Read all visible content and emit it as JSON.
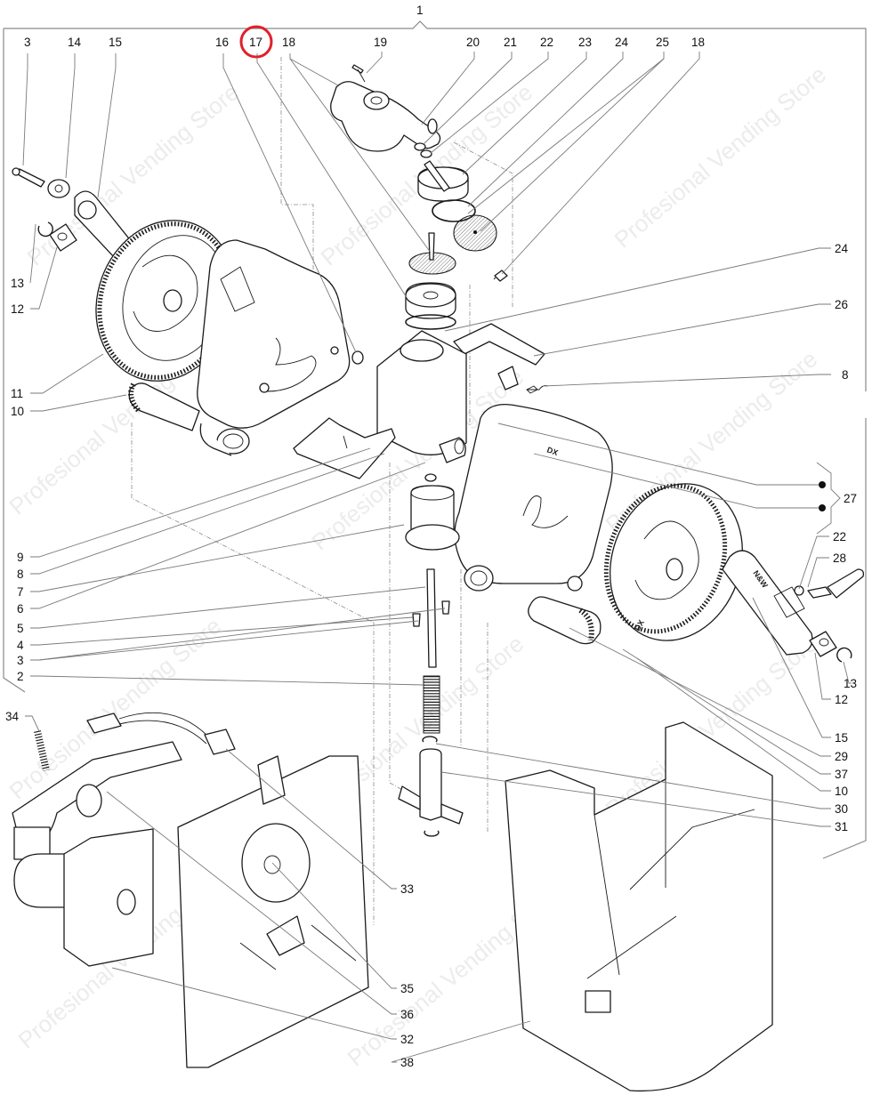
{
  "diagram": {
    "type": "exploded-parts-diagram",
    "assembly_label": "1",
    "highlight": {
      "label": "17",
      "color": "#e0202a"
    },
    "watermark_text": "Profesional Vending Store",
    "stamps": {
      "dx": "DX",
      "nw": "N&W"
    },
    "top_labels": [
      "3",
      "14",
      "15",
      "16",
      "17",
      "18",
      "19",
      "20",
      "21",
      "22",
      "23",
      "24",
      "25",
      "18"
    ],
    "left_labels": [
      "13",
      "12",
      "11",
      "10",
      "9",
      "8",
      "7",
      "6",
      "5",
      "4",
      "3",
      "2",
      "34"
    ],
    "right_labels": [
      "24",
      "26",
      "8",
      "27",
      "22",
      "28",
      "13",
      "12",
      "15",
      "29",
      "37",
      "10",
      "30",
      "31"
    ],
    "bottom_labels": [
      "33",
      "35",
      "36",
      "32",
      "38"
    ],
    "colors": {
      "line": "#1a1a1a",
      "leader": "#7a7a7a",
      "frame": "#8a8a8a",
      "highlight": "#e0202a"
    }
  }
}
